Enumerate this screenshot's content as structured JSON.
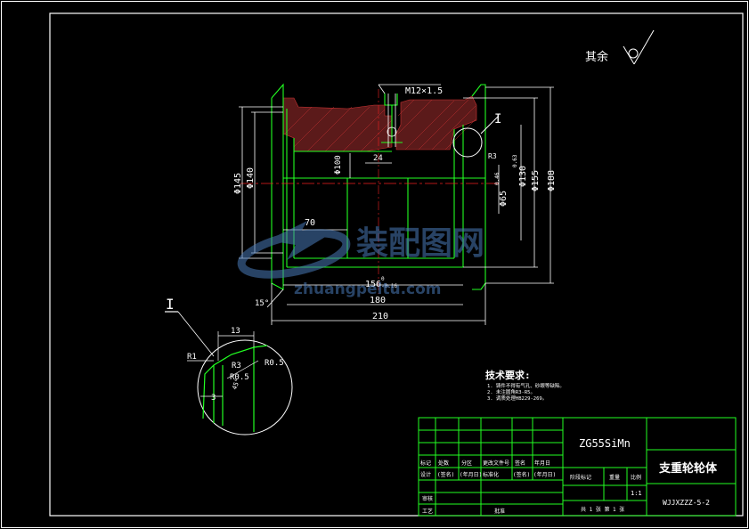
{
  "finish_note": "其余",
  "thread_label": "M12×1.5",
  "detail_ref": "I",
  "detail_title": "I",
  "dimensions": {
    "d145": "Φ145",
    "d140": "Φ140",
    "d100": "Φ100",
    "d24": "24",
    "d70": "70",
    "d156": "156",
    "d156_tol_upper": "0",
    "d156_tol_lower": "-0.16",
    "d180": "180",
    "d210": "210",
    "angle15": "15°",
    "d65": "Φ65",
    "d65_tol": "0.46",
    "d130": "Φ130",
    "d130_tol": "0.63",
    "d155": "Φ155",
    "d188": "Φ188",
    "r3_main": "R3"
  },
  "detail_dims": {
    "d13": "13",
    "r1": "R1",
    "r3": "R3",
    "r05a": "R0.5",
    "r05b": "R0.5",
    "d3": "3",
    "a45": "45°"
  },
  "watermark": {
    "brand": "装配图网",
    "url": "zhuangpeitu.com"
  },
  "tech_requirements": {
    "title": "技术要求:",
    "items": [
      "1. 铸件不得有气孔、砂眼等缺陷。",
      "2. 未注圆角R3-R5。",
      "3. 调质处理HB229-269。"
    ]
  },
  "title_block": {
    "material": "ZG55SiMn",
    "part_name": "支重轮轮体",
    "drawing_no": "WJJXZZZ-5-2",
    "scale": "1:1",
    "row_labels": [
      "标记",
      "处数",
      "分区",
      "更改文件号",
      "签名",
      "年月日"
    ],
    "design_row": [
      "设计",
      "(签名)",
      "(年月日)",
      "标准化",
      "(签名)",
      "(年月日)"
    ],
    "stage_headers": [
      "阶段标记",
      "重量",
      "比例"
    ],
    "review": "审核",
    "process": "工艺",
    "approve": "批准",
    "sheets": "共 1 张  第 1 张"
  }
}
